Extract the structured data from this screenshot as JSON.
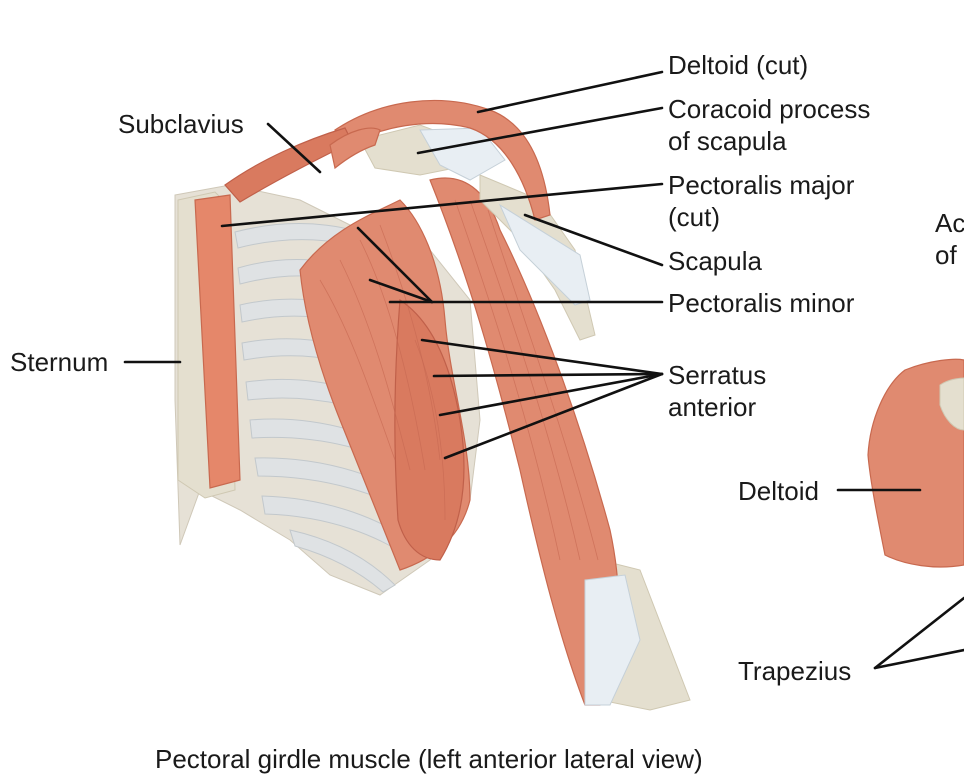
{
  "labels": {
    "deltoid_cut": "Deltoid (cut)",
    "coracoid_1": "Coracoid process",
    "coracoid_2": "of scapula",
    "subclavius": "Subclavius",
    "pect_major_1": "Pectoralis major",
    "pect_major_2": "(cut)",
    "scapula": "Scapula",
    "pect_minor": "Pectoralis minor",
    "sternum": "Sternum",
    "serratus_1": "Serratus",
    "serratus_2": "anterior",
    "deltoid": "Deltoid",
    "trapezius": "Trapezius",
    "partial_right_1": "Ac",
    "partial_right_2": "of"
  },
  "caption": "Pectoral girdle muscle (left anterior lateral view)",
  "colors": {
    "muscle": "#e08a70",
    "bone": "#e4dfcf",
    "tendon": "#e8eef3",
    "rib": "#dfe2e4"
  }
}
